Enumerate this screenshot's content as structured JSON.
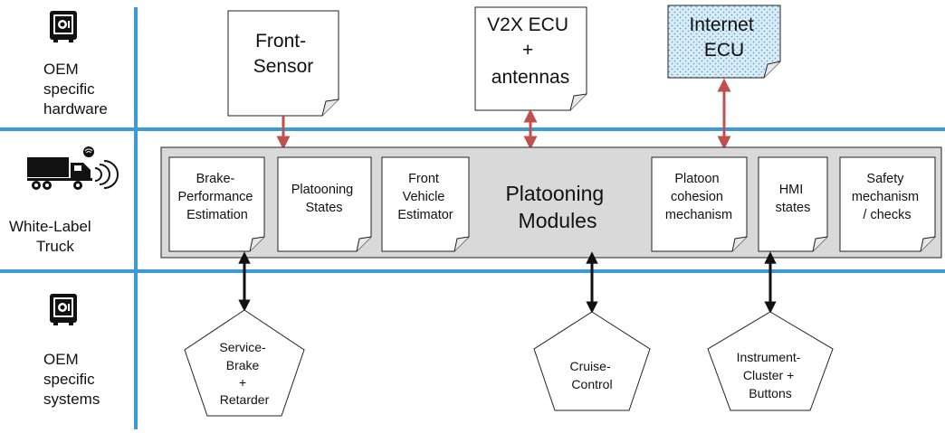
{
  "rows": {
    "oem_hardware": [
      "OEM",
      "specific",
      "hardware"
    ],
    "truck": [
      "White-Label",
      "Truck"
    ],
    "oem_systems": [
      "OEM",
      "specific",
      "systems"
    ]
  },
  "hardware": {
    "front_sensor": [
      "Front-",
      "Sensor"
    ],
    "v2x": [
      "V2X ECU",
      "+",
      "antennas"
    ],
    "internet": [
      "Internet",
      "ECU"
    ]
  },
  "platooning": {
    "title": [
      "Platooning",
      "Modules"
    ],
    "modules": {
      "brake_perf": [
        "Brake-",
        "Performance",
        "Estimation"
      ],
      "states": [
        "Platooning",
        "States"
      ],
      "front_vehicle": [
        "Front",
        "Vehicle",
        "Estimator"
      ],
      "cohesion": [
        "Platoon",
        "cohesion",
        "mechanism"
      ],
      "hmi": [
        "HMI",
        "states"
      ],
      "safety": [
        "Safety",
        "mechanism",
        "/ checks"
      ]
    }
  },
  "systems": {
    "service_brake": [
      "Service-",
      "Brake",
      "+",
      "Retarder"
    ],
    "cruise": [
      "Cruise-",
      "Control"
    ],
    "cluster": [
      "Instrument-",
      "Cluster +",
      "Buttons"
    ]
  },
  "colors": {
    "divider": "#3a9bd5",
    "wireless_arrow": "#c0504d",
    "wired_arrow": "#111111",
    "module_band": "#d9d9d9",
    "internet_fill": "#dcecf6",
    "internet_dots": "#5aa7d6"
  },
  "icons": {
    "safe": "safe-icon",
    "truck": "connected-truck-icon"
  }
}
